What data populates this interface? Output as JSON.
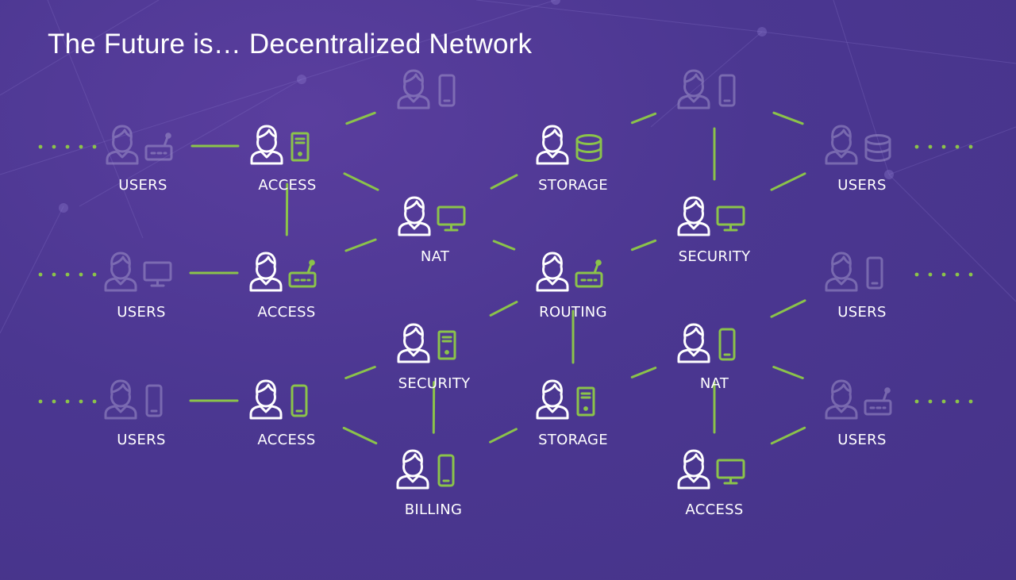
{
  "title": "The Future is… Decentralized Network",
  "colors": {
    "accent": "#8bc34a",
    "background": "#4b3791",
    "text": "#ffffff",
    "dim": "#a79ccf"
  },
  "nodes": [
    {
      "id": "users-1",
      "label": "USERS",
      "device": "router-icon",
      "dim": true
    },
    {
      "id": "users-2",
      "label": "USERS",
      "device": "monitor-icon",
      "dim": true
    },
    {
      "id": "users-3",
      "label": "USERS",
      "device": "phone-icon",
      "dim": true
    },
    {
      "id": "access-1",
      "label": "ACCESS",
      "device": "server-icon",
      "dim": false
    },
    {
      "id": "access-2",
      "label": "ACCESS",
      "device": "router-icon",
      "dim": false
    },
    {
      "id": "access-3",
      "label": "ACCESS",
      "device": "phone-icon",
      "dim": false
    },
    {
      "id": "top-user-1",
      "label": "",
      "device": "phone-icon",
      "dim": true
    },
    {
      "id": "nat-1",
      "label": "NAT",
      "device": "monitor-icon",
      "dim": false
    },
    {
      "id": "security-1",
      "label": "SECURITY",
      "device": "server-icon",
      "dim": false
    },
    {
      "id": "billing",
      "label": "BILLING",
      "device": "phone-icon",
      "dim": false
    },
    {
      "id": "storage-1",
      "label": "STORAGE",
      "device": "database-icon",
      "dim": false
    },
    {
      "id": "routing",
      "label": "ROUTING",
      "device": "router-icon",
      "dim": false
    },
    {
      "id": "storage-2",
      "label": "STORAGE",
      "device": "server-icon",
      "dim": false
    },
    {
      "id": "top-user-2",
      "label": "",
      "device": "phone-icon",
      "dim": true
    },
    {
      "id": "security-2",
      "label": "SECURITY",
      "device": "monitor-icon",
      "dim": false
    },
    {
      "id": "nat-2",
      "label": "NAT",
      "device": "phone-icon",
      "dim": false
    },
    {
      "id": "access-4",
      "label": "ACCESS",
      "device": "monitor-icon",
      "dim": false
    },
    {
      "id": "users-4",
      "label": "USERS",
      "device": "database-icon",
      "dim": true
    },
    {
      "id": "users-5",
      "label": "USERS",
      "device": "phone-icon",
      "dim": true
    },
    {
      "id": "users-6",
      "label": "USERS",
      "device": "router-icon",
      "dim": true
    }
  ],
  "links": [
    [
      "users-1",
      "access-1"
    ],
    [
      "users-2",
      "access-2"
    ],
    [
      "users-3",
      "access-3"
    ],
    [
      "access-1",
      "access-2"
    ],
    [
      "access-1",
      "top-user-1"
    ],
    [
      "access-1",
      "nat-1"
    ],
    [
      "access-2",
      "nat-1"
    ],
    [
      "access-3",
      "security-1"
    ],
    [
      "access-3",
      "billing"
    ],
    [
      "security-1",
      "billing"
    ],
    [
      "nat-1",
      "storage-1"
    ],
    [
      "nat-1",
      "routing"
    ],
    [
      "security-1",
      "routing"
    ],
    [
      "billing",
      "storage-2"
    ],
    [
      "routing",
      "storage-2"
    ],
    [
      "storage-1",
      "top-user-2"
    ],
    [
      "routing",
      "security-2"
    ],
    [
      "storage-2",
      "nat-2"
    ],
    [
      "top-user-2",
      "security-2"
    ],
    [
      "nat-2",
      "access-4"
    ],
    [
      "top-user-2",
      "users-4"
    ],
    [
      "security-2",
      "users-4"
    ],
    [
      "nat-2",
      "users-5"
    ],
    [
      "nat-2",
      "users-6"
    ],
    [
      "access-4",
      "users-6"
    ]
  ],
  "dot_rows": [
    "left-row-1",
    "left-row-2",
    "left-row-3",
    "right-row-1",
    "right-row-2",
    "right-row-3"
  ]
}
